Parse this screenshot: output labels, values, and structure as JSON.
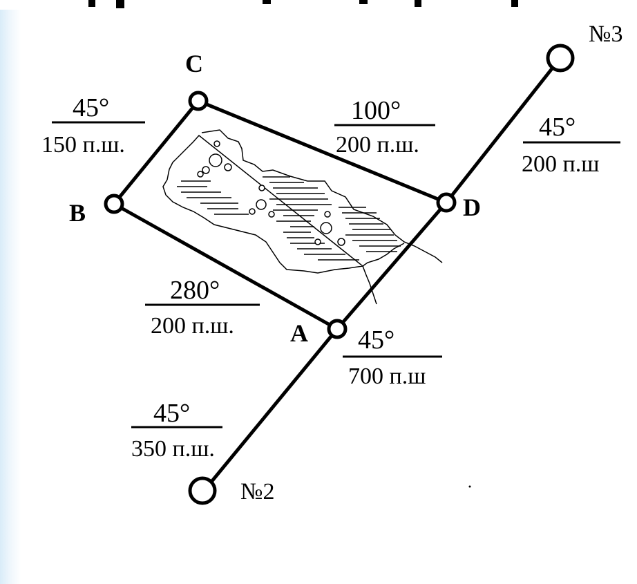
{
  "points": {
    "A": "A",
    "B": "B",
    "C": "C",
    "D": "D",
    "n2": "№2",
    "n3": "№3"
  },
  "segments": {
    "n2_A": {
      "angle": "45°",
      "distance": "350 п.ш."
    },
    "A_D": {
      "angle": "45°",
      "distance": "700 п.ш"
    },
    "D_n3": {
      "angle": "45°",
      "distance": "200 п.ш"
    },
    "A_B": {
      "angle": "280°",
      "distance": "200 п.ш."
    },
    "B_C": {
      "angle": "45°",
      "distance": "150 п.ш."
    },
    "C_D": {
      "angle": "100°",
      "distance": "200 п.ш."
    }
  },
  "colors": {
    "stroke": "#000000",
    "background": "#ffffff",
    "left_gradient": "#d9ecf8"
  }
}
